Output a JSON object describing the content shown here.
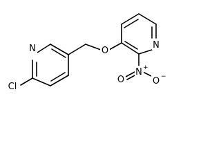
{
  "atoms": {
    "cl": "Cl",
    "n_left_ring": "N",
    "o_ether": "O",
    "n_right_ring": "N",
    "n_nitro": "N",
    "n_nitro_charge": "+",
    "o_nitro_upper": "O",
    "o_nitro_lower": "O",
    "o_nitro_lower_charge": "−"
  }
}
